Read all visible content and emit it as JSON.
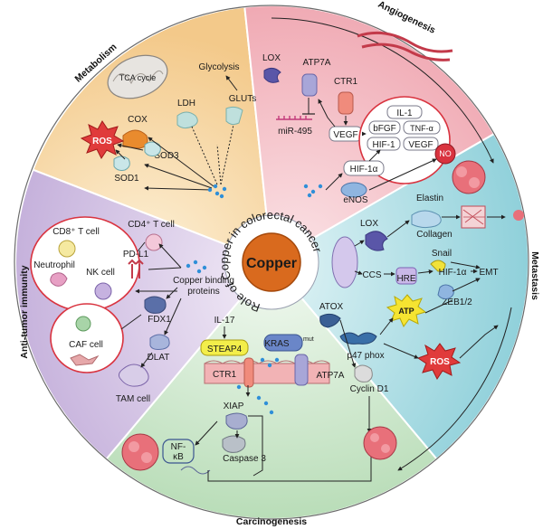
{
  "center": {
    "title": "Copper",
    "ring_text": "Role of Copper in colorectal cancer"
  },
  "sections": {
    "metabolism": "Metabolism",
    "angiogenesis": "Angiogenesis",
    "metastasis": "Metastasis",
    "carcinogenesis": "Carcinogenesis",
    "immunity": "Anti-tumor immunity"
  },
  "metabolism": {
    "tca": "TCA cycle",
    "glycolysis": "Glycolysis",
    "ldh": "LDH",
    "gluts": "GLUTs",
    "cox": "COX",
    "ros": "ROS",
    "sod3": "SOD3",
    "sod1": "SOD1"
  },
  "angiogenesis": {
    "lox": "LOX",
    "atp7a": "ATP7A",
    "ctr1": "CTR1",
    "mir": "miR-495",
    "vegf": "VEGF",
    "il1": "IL-1",
    "bfgf": "bFGF",
    "tnf": "TNF-α",
    "hif1": "HIF-1",
    "vegf2": "VEGF",
    "hif1a": "HIF-1α",
    "enos": "eNOS",
    "no": "NO"
  },
  "metastasis": {
    "elastin": "Elastin",
    "lox": "LOX",
    "collagen": "Collagen",
    "snail": "Snail",
    "ccs": "CCS",
    "hre": "HRE",
    "hif1a": "HIF-1α",
    "emt": "EMT",
    "zeb": "ZEB1/2",
    "atp": "ATP",
    "atox": "ATOX",
    "p47": "p47 phox",
    "ros": "ROS"
  },
  "carcinogenesis": {
    "il17": "IL-17",
    "steap4": "STEAP4",
    "kras": "KRAS",
    "kras_sup": "mut",
    "ctr1": "CTR1",
    "atp7a": "ATP7A",
    "cyclin": "Cyclin D1",
    "xiap": "XIAP",
    "nfkb1": "NF-",
    "nfkb2": "κB",
    "caspase": "Caspase 3"
  },
  "immunity": {
    "cd4": "CD4⁺ T cell",
    "cd8": "CD8⁺ T cell",
    "pdl1": "PD-L1",
    "neutrophil": "Neutrophil",
    "nk": "NK cell",
    "cbp1": "Copper binding",
    "cbp2": "proteins",
    "fdx1": "FDX1",
    "caf": "CAF cell",
    "dlat": "DLAT",
    "tam": "TAM cell"
  },
  "colors": {
    "metabolism": "#f6d9a0",
    "angiogenesis": "#f4c3c9",
    "metastasis": "#a9dbe2",
    "carcinogenesis": "#cfe7cf",
    "immunity": "#d9cbe6",
    "center": "#d96a1e",
    "ros": "#d92a2a"
  }
}
